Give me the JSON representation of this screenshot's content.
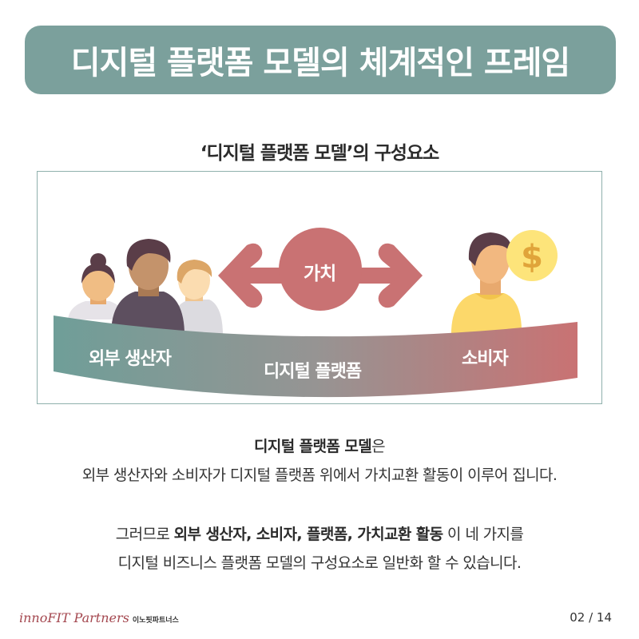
{
  "header": {
    "title": "디지털 플랫폼 모델의 체계적인 프레임"
  },
  "diagram": {
    "subtitle": "‘디지털 플랫폼 모델’의 구성요소",
    "value_label": "가치",
    "producers_label": "외부 생산자",
    "platform_label": "디지털 플랫폼",
    "consumer_label": "소비자",
    "icons": [
      "producers-group-icon",
      "double-arrow-icon",
      "consumer-icon",
      "dollar-coin-icon"
    ],
    "colors": {
      "teal": "#6f9e98",
      "rose": "#c97273",
      "arrow": "#c97273",
      "coin": "#fde47a",
      "coin_symbol": "#e0a43a"
    }
  },
  "body": {
    "p1_bold": "디지털 플랫폼 모델",
    "p1_rest": "은",
    "p1_line2": "외부 생산자와 소비자가 디지털 플랫폼 위에서 가치교환 활동이 이루어 집니다.",
    "p2_pre": "그러므로 ",
    "p2_bold": "외부 생산자, 소비자, 플랫폼, 가치교환 활동",
    "p2_post": " 이 네 가지를",
    "p2_line2": "디지털 비즈니스 플랫폼 모델의 구성요소로 일반화 할 수 있습니다."
  },
  "footer": {
    "brand": "innoFIT Partners",
    "brand_kr": "이노핏파트너스",
    "page": "02 / 14"
  }
}
